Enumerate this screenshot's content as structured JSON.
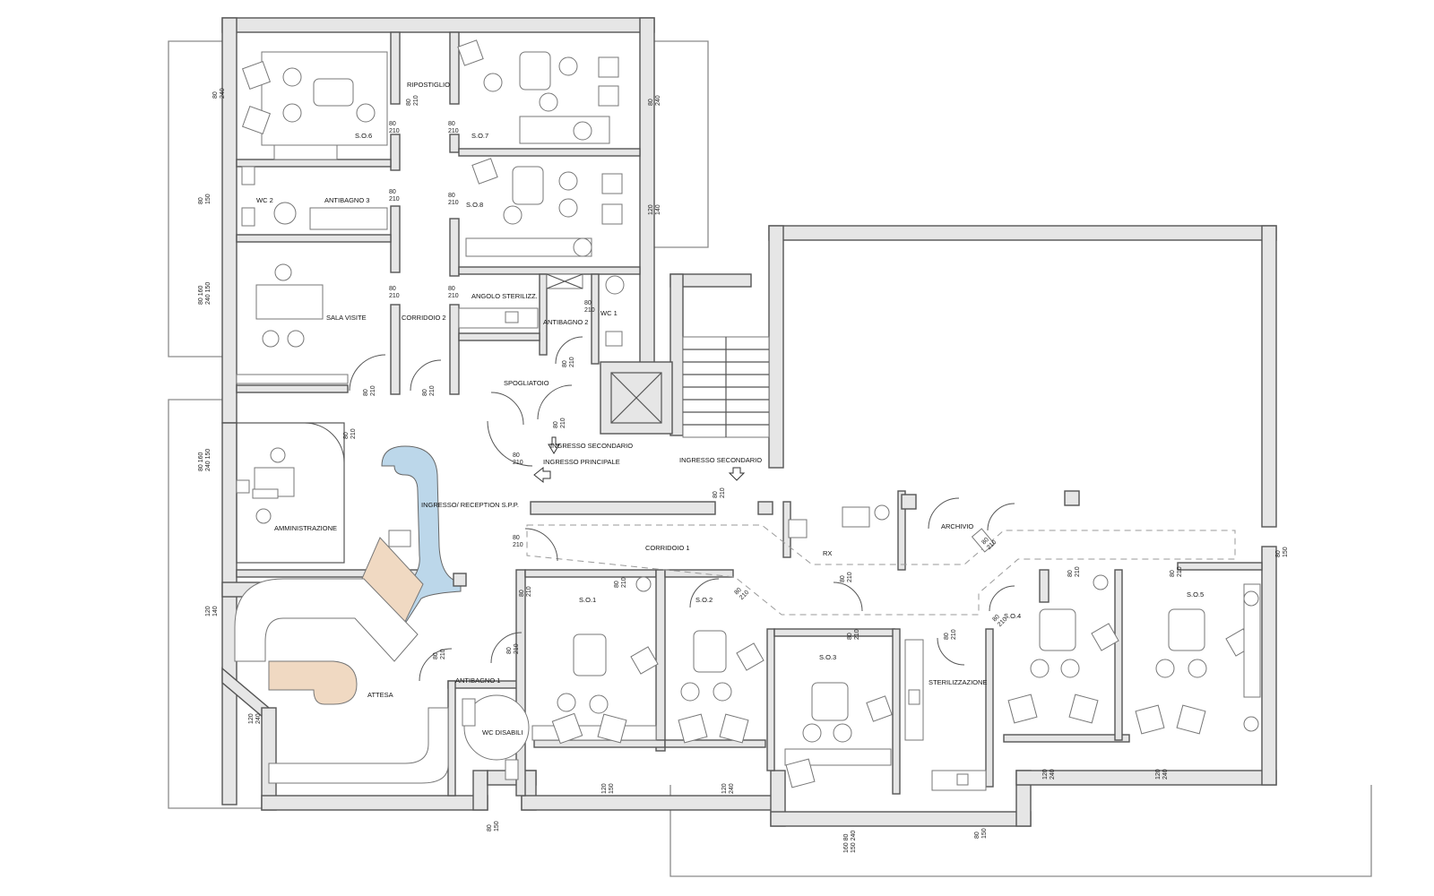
{
  "colors": {
    "wall_fill": "#e6e6e6",
    "wall_stroke": "#555555",
    "reception_desk": "#bcd7ea",
    "hatched_area": "#f0d9c2",
    "background": "#ffffff"
  },
  "rooms": {
    "so6": "S.O.6",
    "ripostiglio": "RIPOSTIGLIO",
    "so7": "S.O.7",
    "so8": "S.O.8",
    "wc2": "WC 2",
    "antibagno3": "ANTIBAGNO 3",
    "sala_visite": "SALA VISITE",
    "corridoio2": "CORRIDOIO 2",
    "angolo_sterilizz": "ANGOLO STERILIZZ.",
    "antibagno2": "ANTIBAGNO 2",
    "wc1": "WC 1",
    "spogliatoio": "SPOGLIATOIO",
    "ingresso_secondario_1": "INGRESSO SECONDARIO",
    "ingresso_principale": "INGRESSO PRINCIPALE",
    "ingresso_secondario_2": "INGRESSO SECONDARIO",
    "reception": "INGRESSO/ RECEPTION S.P.P.",
    "amministrazione": "AMMINISTRAZIONE",
    "corridoio1": "CORRIDOIO 1",
    "rx": "RX",
    "archivio": "ARCHIVIO",
    "so1": "S.O.1",
    "so2": "S.O.2",
    "so3": "S.O.3",
    "so4": "S.O.4",
    "so5": "S.O.5",
    "sterilizzazione": "STERILIZZAZIONE",
    "antibagno1": "ANTIBAGNO 1",
    "wc_disabili": "WC DISABILI",
    "attesa": "ATTESA"
  },
  "door_dims": {
    "d80_210": [
      "80",
      "210"
    ]
  },
  "window_dims": {
    "w80_240": [
      "80",
      "240"
    ],
    "w80_150": [
      "80",
      "150"
    ],
    "w120_140": [
      "120",
      "140"
    ],
    "w80_160_240_150": [
      "80  160",
      "240  150"
    ],
    "w120_240": [
      "120",
      "240"
    ],
    "w120_150": [
      "120",
      "150"
    ],
    "w160_80_150_240": [
      "160  80",
      "150  240"
    ]
  },
  "doors_80_210": [
    "80",
    "210"
  ]
}
